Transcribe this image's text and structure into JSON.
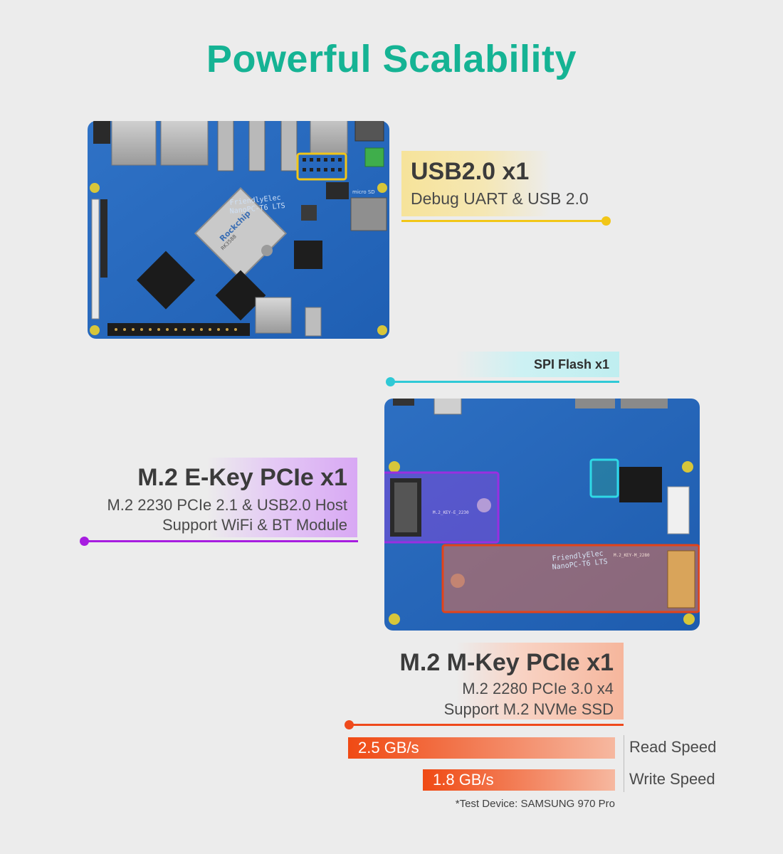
{
  "page": {
    "title": "Powerful Scalability"
  },
  "callouts": {
    "usb": {
      "title": "USB2.0 x1",
      "subtitle": "Debug UART & USB 2.0",
      "color": "#f2c617"
    },
    "spi": {
      "title": "SPI Flash x1",
      "color": "#2fc9d6"
    },
    "ekey": {
      "title": "M.2 E-Key PCIe x1",
      "line1": "M.2 2230 PCIe 2.1 & USB2.0 Host",
      "line2": "Support WiFi & BT Module",
      "color": "#a71de0"
    },
    "mkey": {
      "title": "M.2 M-Key PCIe x1",
      "line1": "M.2 2280 PCIe 3.0 x4",
      "line2": "Support M.2 NVMe SSD",
      "color": "#ef4a1c"
    }
  },
  "board_top": {
    "brand_text": "FriendlyElec",
    "model_text": "NanoPC-T6 LTS",
    "chip_logo": "Rockchip",
    "chip_model": "RK3588",
    "emmc_label": "micro SD"
  },
  "board_bottom": {
    "brand_text": "FriendlyElec",
    "model_text": "NanoPC-T6 LTS",
    "ekey_slot_label": "M.2_KEY-E_2230",
    "mkey_slot_label": "M.2_KEY-M_2280"
  },
  "speeds": {
    "read": {
      "value_text": "2.5 GB/s",
      "label": "Read Speed",
      "fraction": 1.0
    },
    "write": {
      "value_text": "1.8 GB/s",
      "label": "Write Speed",
      "fraction": 0.72
    },
    "note": "*Test Device: SAMSUNG 970 Pro"
  }
}
